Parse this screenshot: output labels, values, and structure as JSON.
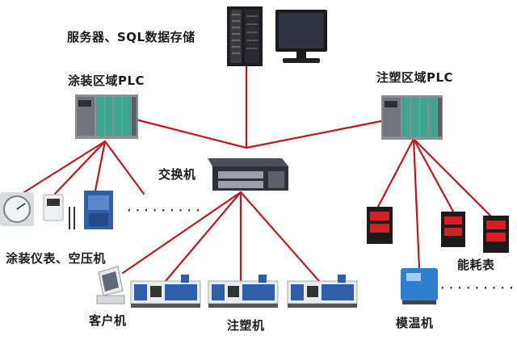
{
  "labels": {
    "server": "服务器、SQL数据存储",
    "coating_plc": "涂装区域PLC",
    "injection_plc": "注塑区域PLC",
    "switch": "交换机",
    "coating_instruments": "涂装仪表、空压机",
    "energy_meter": "能耗表",
    "client": "客户机",
    "injection_machine": "注塑机",
    "mold_temp_machine": "模温机"
  },
  "ellipsis": "·········",
  "colors": {
    "link": "#c0171c",
    "plc_green": "#3ea48c",
    "device_blue": "#2f5fa8"
  }
}
